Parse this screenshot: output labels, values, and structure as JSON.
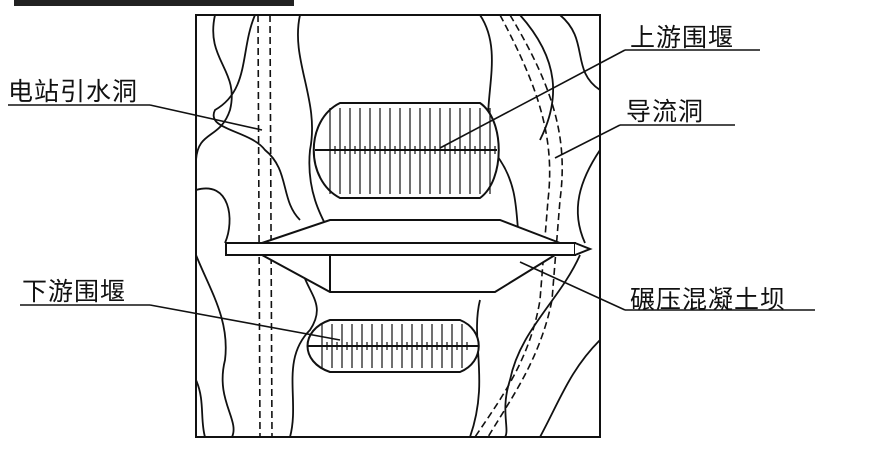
{
  "labels": {
    "upstream_cofferdam": "上游围堰",
    "diversion_tunnel": "导流洞",
    "power_intake_tunnel": "电站引水洞",
    "downstream_cofferdam": "下游围堰",
    "rcc_dam": "碾压混凝土坝"
  }
}
